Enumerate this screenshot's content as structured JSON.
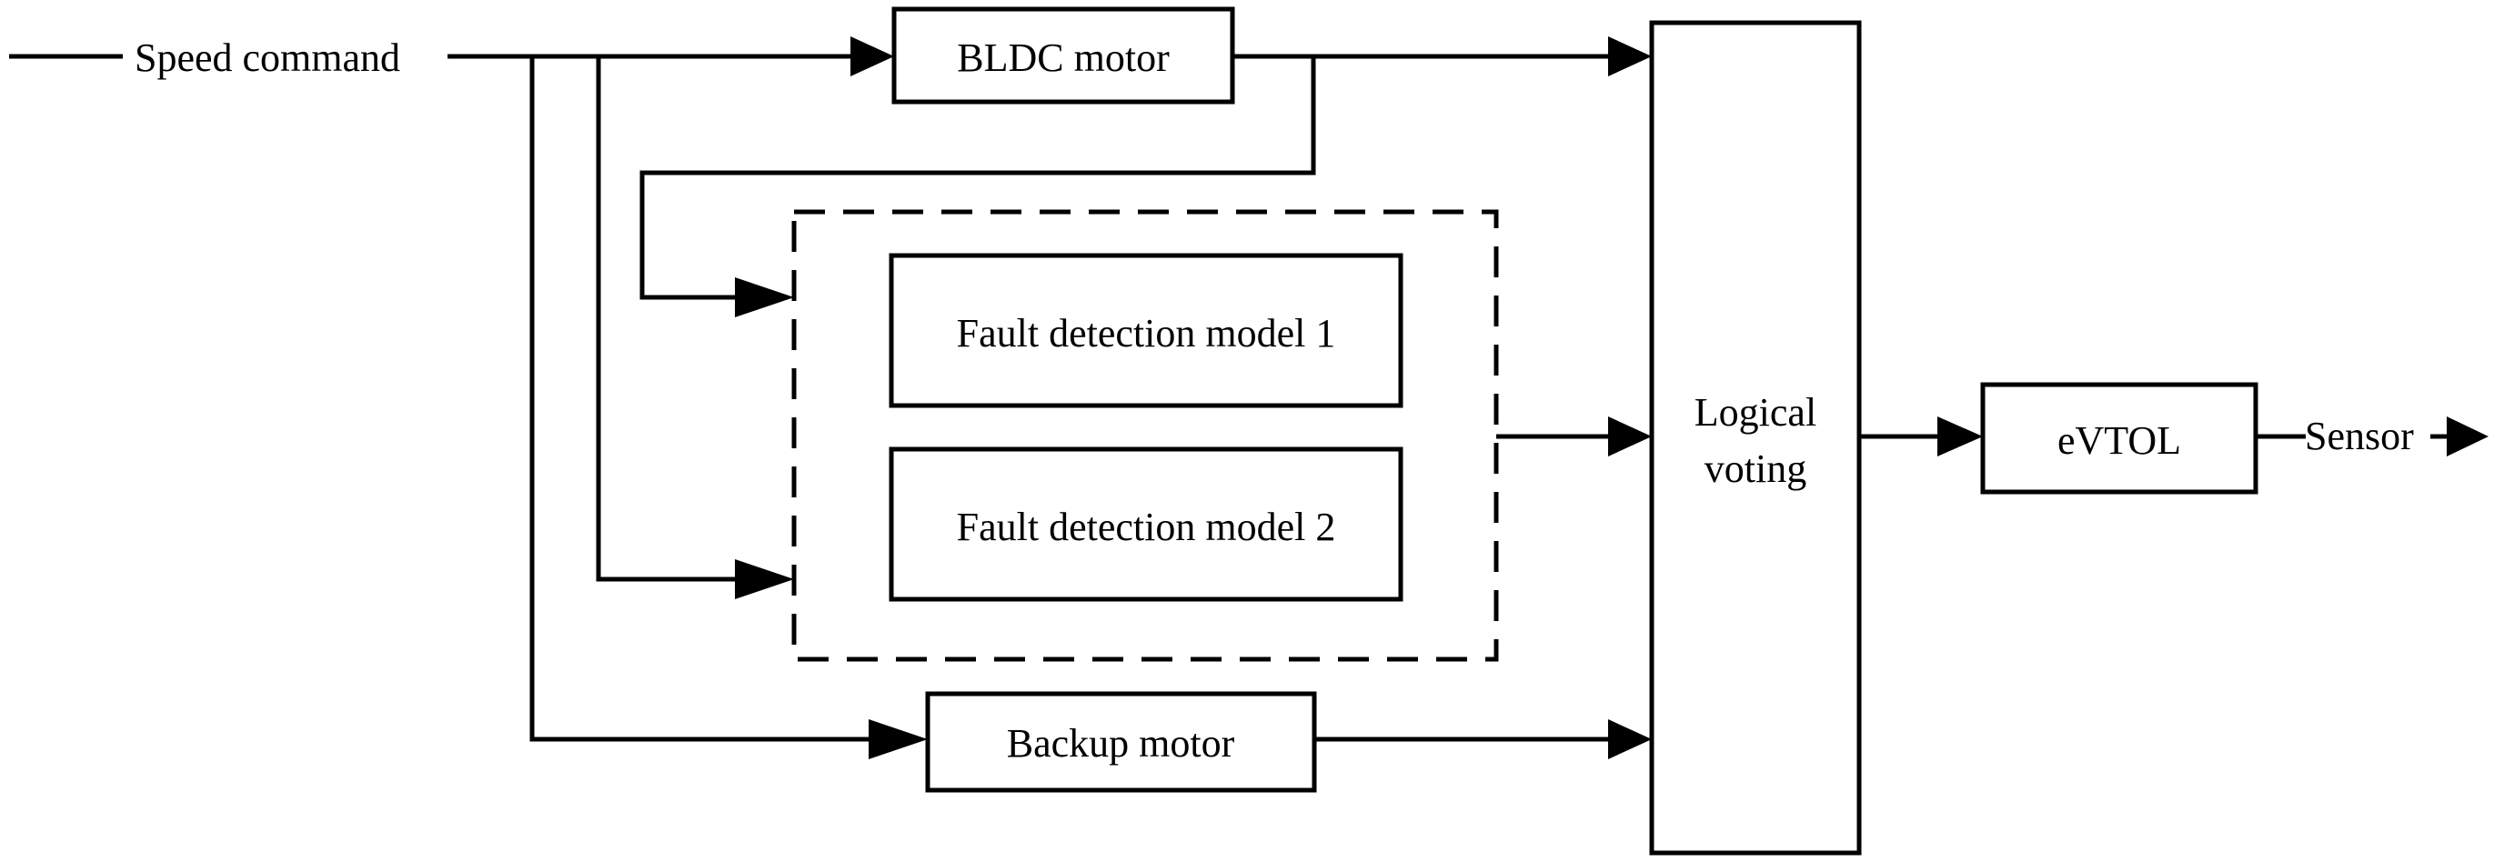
{
  "diagram": {
    "input_label": "Speed command",
    "bldc_motor": "BLDC motor",
    "fault_model_1": "Fault detection model 1",
    "fault_model_2": "Fault detection model 2",
    "backup_motor": "Backup motor",
    "voting_line1": "Logical",
    "voting_line2": "voting",
    "evtol": "eVTOL",
    "output_label": "Sensor"
  },
  "colors": {
    "stroke": "#000000",
    "background": "#ffffff"
  }
}
